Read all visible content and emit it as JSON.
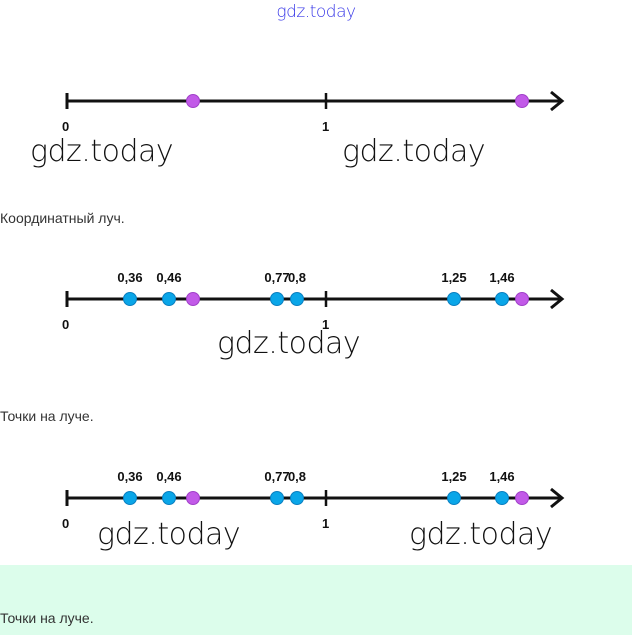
{
  "watermark": "gdz.today",
  "rays": [
    {
      "origin_label": "0",
      "unit_label": "1",
      "point_labels": []
    },
    {
      "origin_label": "0",
      "unit_label": "1",
      "point_labels": [
        "0,36",
        "0,46",
        "0,77",
        "0,8",
        "1,25",
        "1,46"
      ]
    },
    {
      "origin_label": "0",
      "unit_label": "1",
      "point_labels": [
        "0,36",
        "0,46",
        "0,77",
        "0,8",
        "1,25",
        "1,46"
      ]
    }
  ],
  "captions": [
    "Координатный луч.",
    "Точки на луче.",
    "Точки на луче."
  ],
  "colors": {
    "blue_point": "#0aa6e8",
    "purple_point": "#c25ae8",
    "band": "#dcfdeb"
  }
}
